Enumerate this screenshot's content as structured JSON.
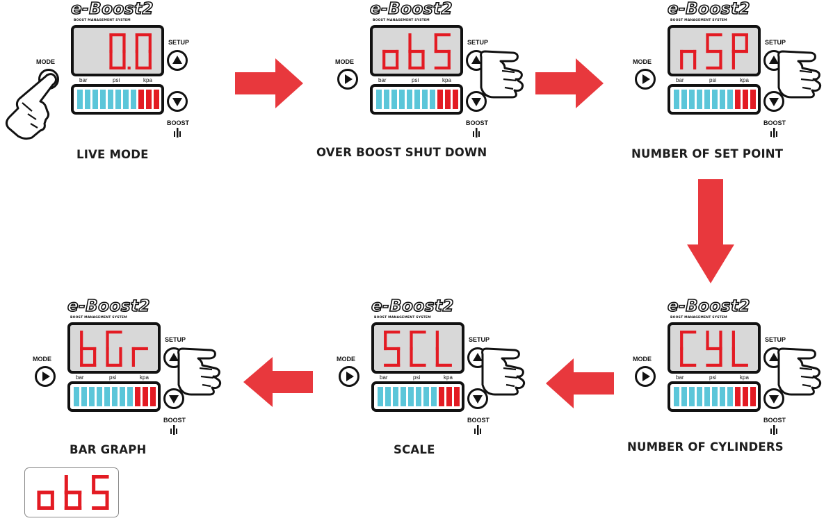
{
  "device": {
    "logo_text": "e-Boost2",
    "logo_subtitle": "BOOST MANAGEMENT SYSTEM",
    "mode_label": "MODE",
    "setup_label": "SETUP",
    "boost_label": "BOOST",
    "units": [
      "bar",
      "psi",
      "kpa"
    ],
    "bar_colors": {
      "blue": "#5bc6d9",
      "red": "#e31b23",
      "frame": "#111111"
    },
    "display_color": "#e31b23",
    "screen_color": "#d8d8d8"
  },
  "panels": [
    {
      "display": "0.0",
      "caption": "LIVE MODE",
      "hand": "mode"
    },
    {
      "display": "obS",
      "caption": "OVER BOOST SHUT DOWN",
      "hand": "setup"
    },
    {
      "display": "nSP",
      "caption": "NUMBER OF SET POINT",
      "hand": "setup"
    },
    {
      "display": "bGr",
      "caption": "BAR GRAPH",
      "hand": "setup"
    },
    {
      "display": "SCL",
      "caption": "SCALE",
      "hand": "setup"
    },
    {
      "display": "CYL",
      "caption": "NUMBER OF CYLINDERS",
      "hand": "setup"
    }
  ],
  "flow_arrows": [
    "right",
    "right",
    "down",
    "left",
    "left"
  ],
  "arrow_color": "#e8383d",
  "inset": {
    "display": "obS"
  }
}
